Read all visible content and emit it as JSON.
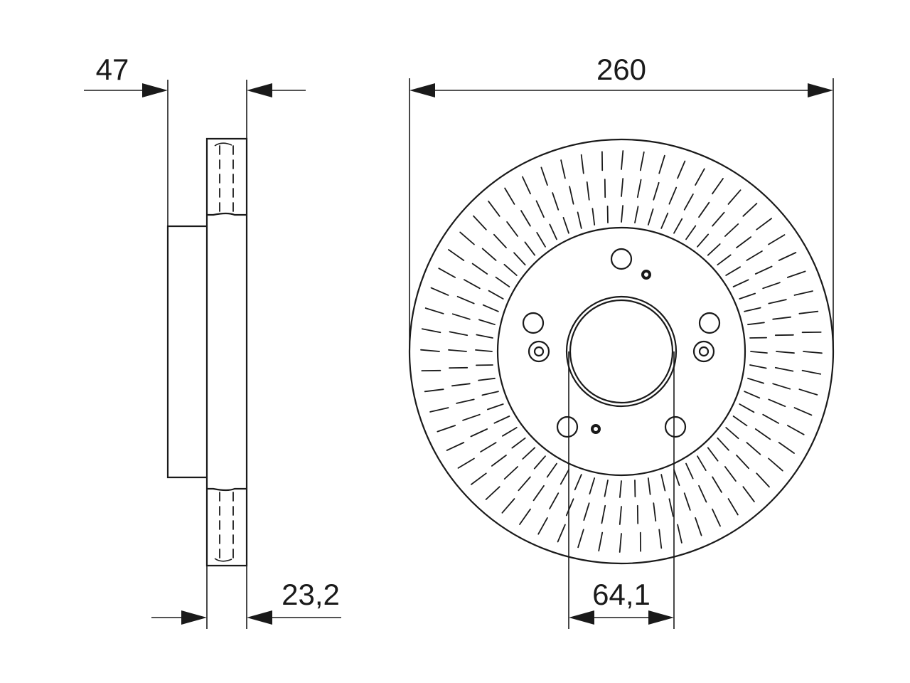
{
  "dimensions": {
    "overall_width": "47",
    "disc_thickness": "23,2",
    "outer_diameter": "260",
    "center_bore": "64,1"
  },
  "colors": {
    "line": "#1a1a1a",
    "background": "#ffffff"
  }
}
